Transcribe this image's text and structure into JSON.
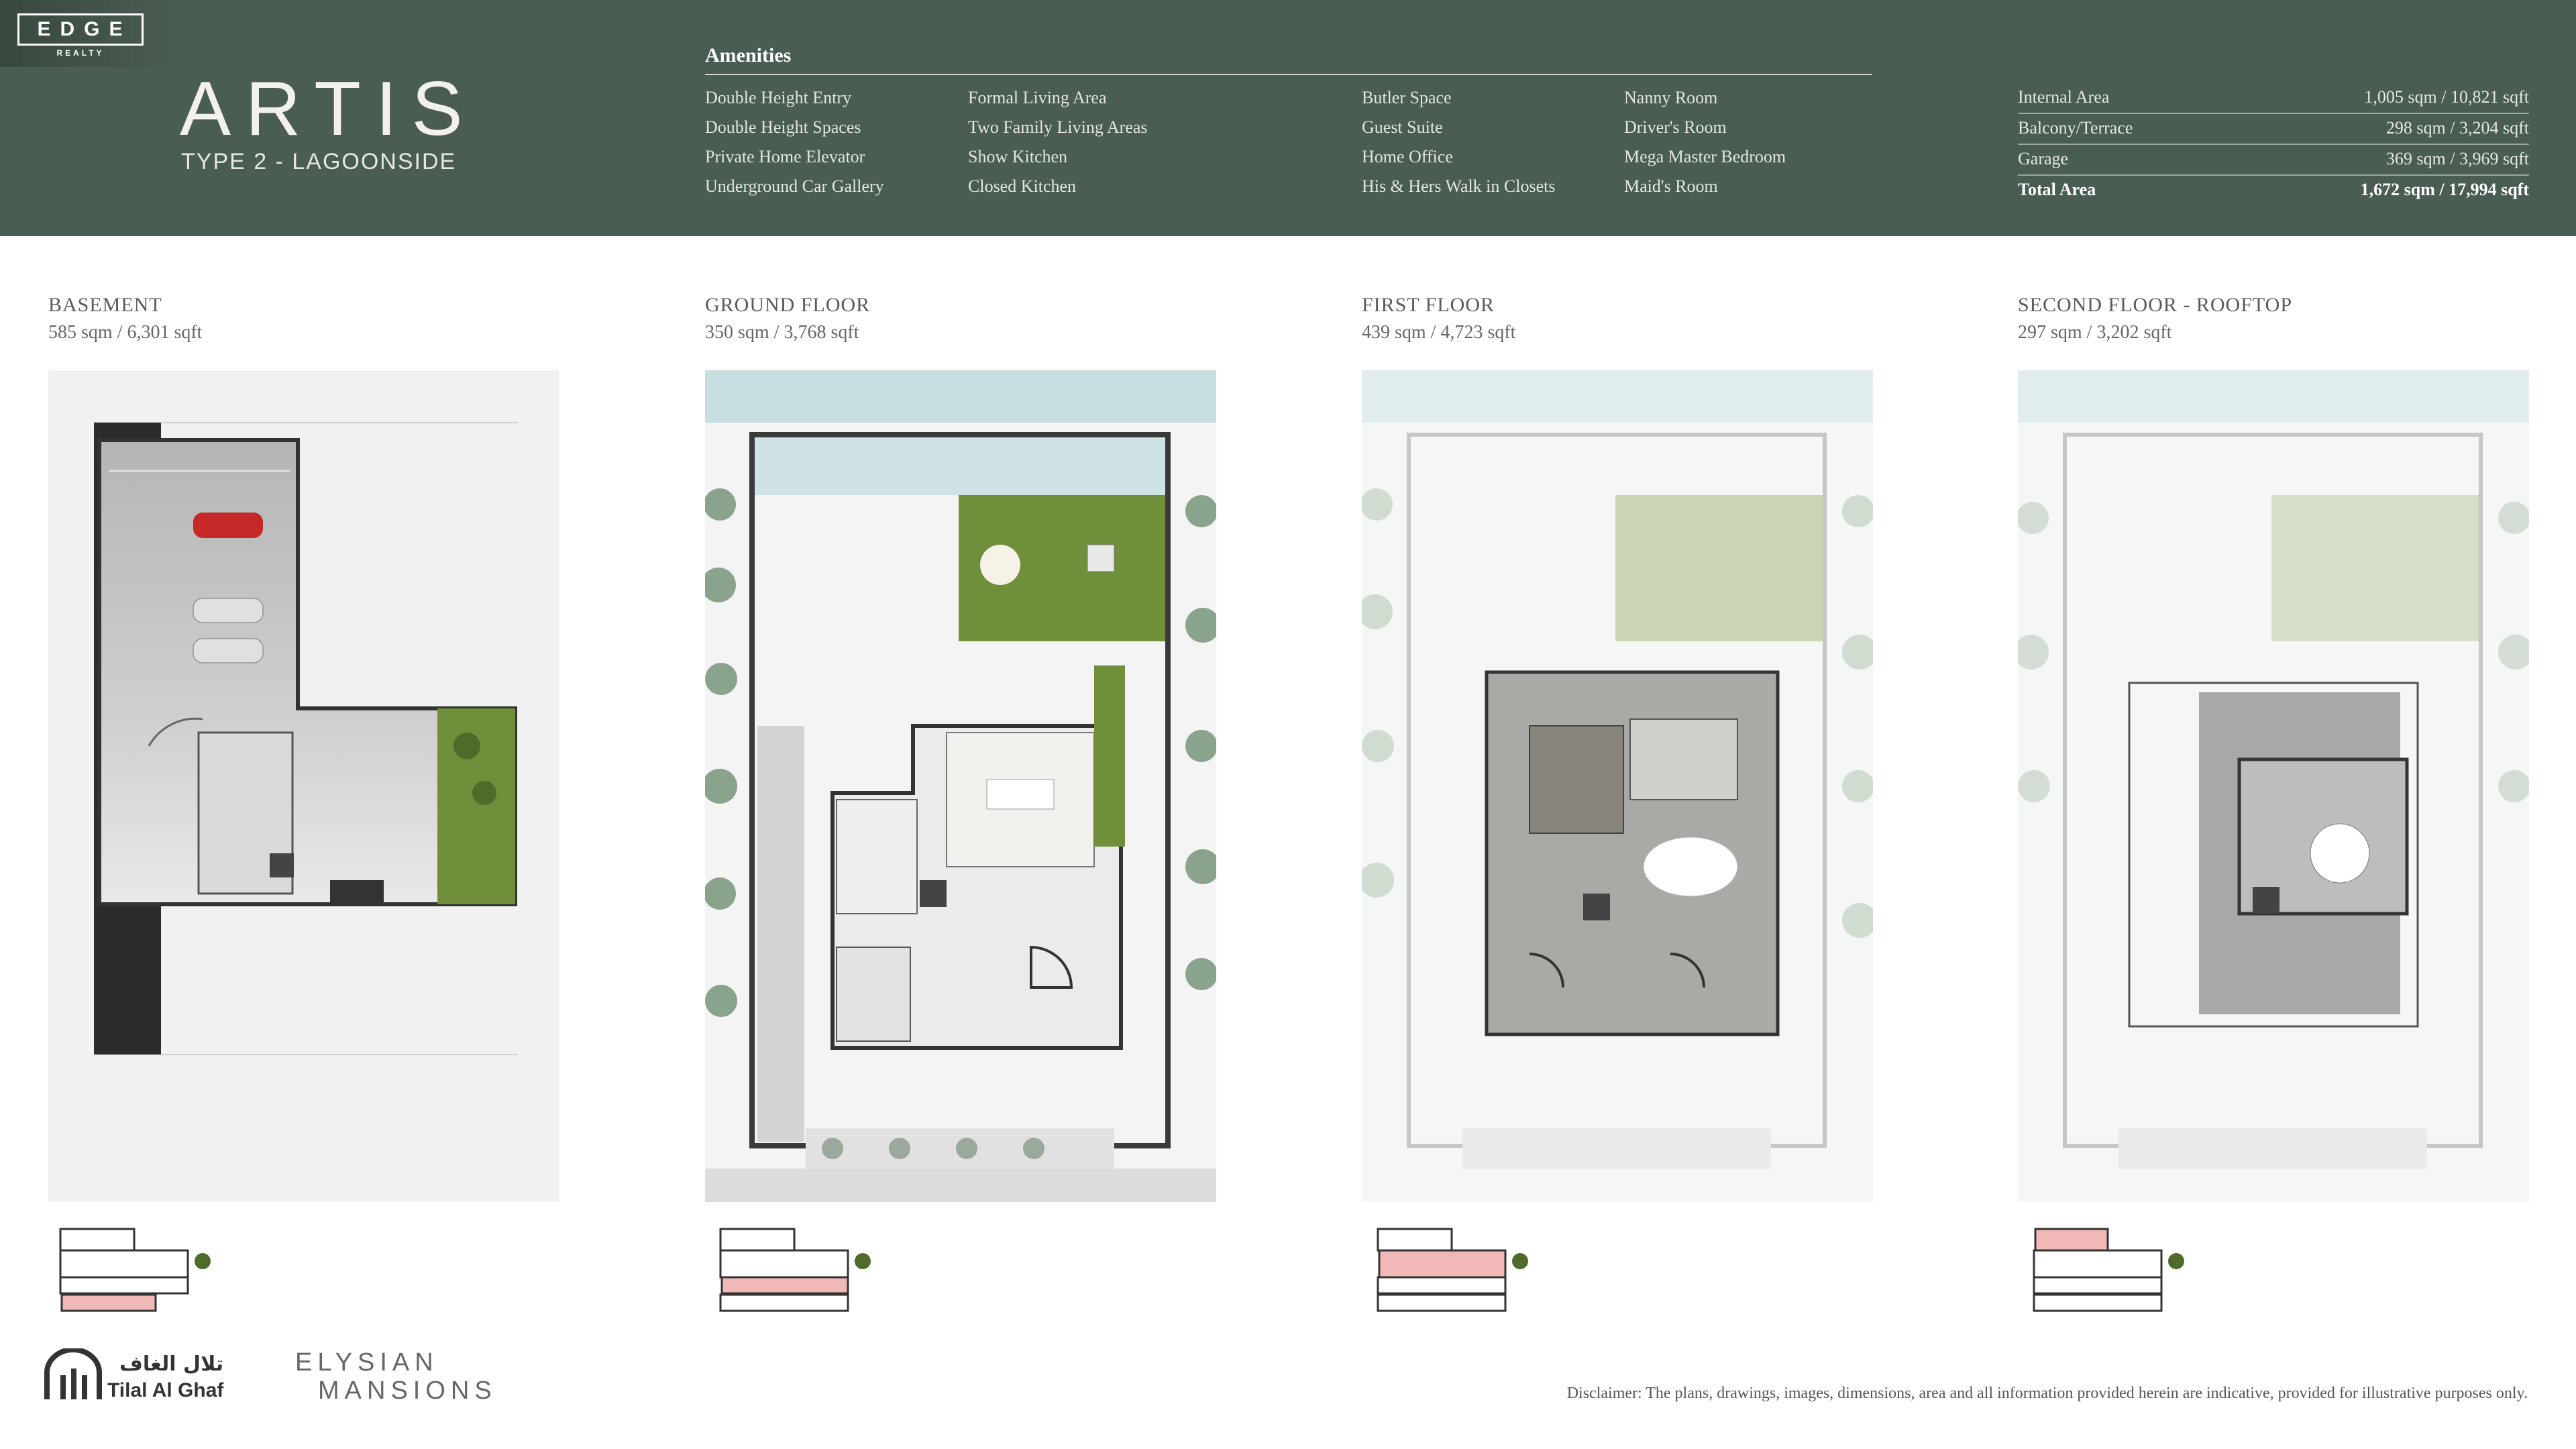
{
  "brand": {
    "edge": "EDGE",
    "realty": "REALTY"
  },
  "project": {
    "title": "ARTIS",
    "subtitle": "TYPE 2 - LAGOONSIDE"
  },
  "amenities": {
    "title": "Amenities",
    "columns": [
      [
        "Double Height Entry",
        "Double Height Spaces",
        "Private Home Elevator",
        "Underground Car Gallery"
      ],
      [
        "Formal Living Area",
        "Two Family Living Areas",
        "Show Kitchen",
        "Closed Kitchen"
      ],
      [
        "Butler Space",
        "Guest Suite",
        "Home Office",
        "His & Hers Walk in Closets"
      ],
      [
        "Nanny Room",
        "Driver's Room",
        "Mega Master Bedroom",
        "Maid's Room"
      ]
    ]
  },
  "areas": [
    {
      "label": "Internal Area",
      "value": "1,005 sqm / 10,821 sqft"
    },
    {
      "label": "Balcony/Terrace",
      "value": "298 sqm / 3,204 sqft"
    },
    {
      "label": "Garage",
      "value": "369 sqm / 3,969 sqft"
    },
    {
      "label": "Total Area",
      "value": "1,672 sqm / 17,994 sqft"
    }
  ],
  "floors": [
    {
      "name": "BASEMENT",
      "area": "585 sqm / 6,301 sqft"
    },
    {
      "name": "GROUND FLOOR",
      "area": "350 sqm / 3,768 sqft"
    },
    {
      "name": "FIRST FLOOR",
      "area": "439 sqm / 4,723 sqft"
    },
    {
      "name": "SECOND FLOOR - ROOFTOP",
      "area": "297 sqm / 3,202 sqft"
    }
  ],
  "footer": {
    "tilal_arabic": "تلال الغاف",
    "tilal": "Tilal Al Ghaf",
    "elysian_line1": "ELYSIAN",
    "elysian_line2": "MANSIONS",
    "disclaimer": "Disclaimer: The plans, drawings, images, dimensions, area and all information provided herein are indicative, provided for illustrative purposes only."
  },
  "colors": {
    "header": "#4a5d52",
    "lawn": "#6f8f3a",
    "highlight": "#f1b8b8",
    "water": "#cfe0e3"
  }
}
